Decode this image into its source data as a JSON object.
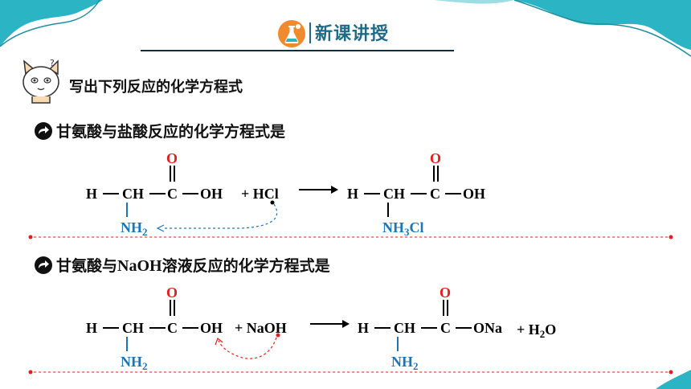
{
  "header": {
    "title": "新课讲授",
    "colors": {
      "accent": "#2bb5c4",
      "title": "#1f6a86",
      "orange": "#f08a2c"
    }
  },
  "instruction": "写出下列反应的化学方程式",
  "q1": {
    "label": "甘氨酸与盐酸反应的化学方程式是",
    "left_struct": {
      "h": "H",
      "ch": "CH",
      "c": "C",
      "oh": "OH",
      "o": "O",
      "sub_n": "NH",
      "sub_n_sub": "2"
    },
    "reagent": "+ HCl",
    "right_struct": {
      "h": "H",
      "ch": "CH",
      "c": "C",
      "oh": "OH",
      "o": "O",
      "sub_a": "NH",
      "sub_a_sub": "3",
      "sub_b": "Cl"
    }
  },
  "q2": {
    "label_pre": "甘氨酸与",
    "label_na": "NaOH",
    "label_post": "溶液反应的化学方程式是",
    "left_struct": {
      "h": "H",
      "ch": "CH",
      "c": "C",
      "oh": "OH",
      "o": "O",
      "sub_n": "NH",
      "sub_n_sub": "2"
    },
    "reagent": "+ NaOH",
    "right_struct": {
      "h": "H",
      "ch": "CH",
      "c": "C",
      "ona": "ONa",
      "o": "O",
      "sub_n": "NH",
      "sub_n_sub": "2"
    },
    "product": "+ H",
    "product_sub": "2",
    "product_tail": "O"
  }
}
